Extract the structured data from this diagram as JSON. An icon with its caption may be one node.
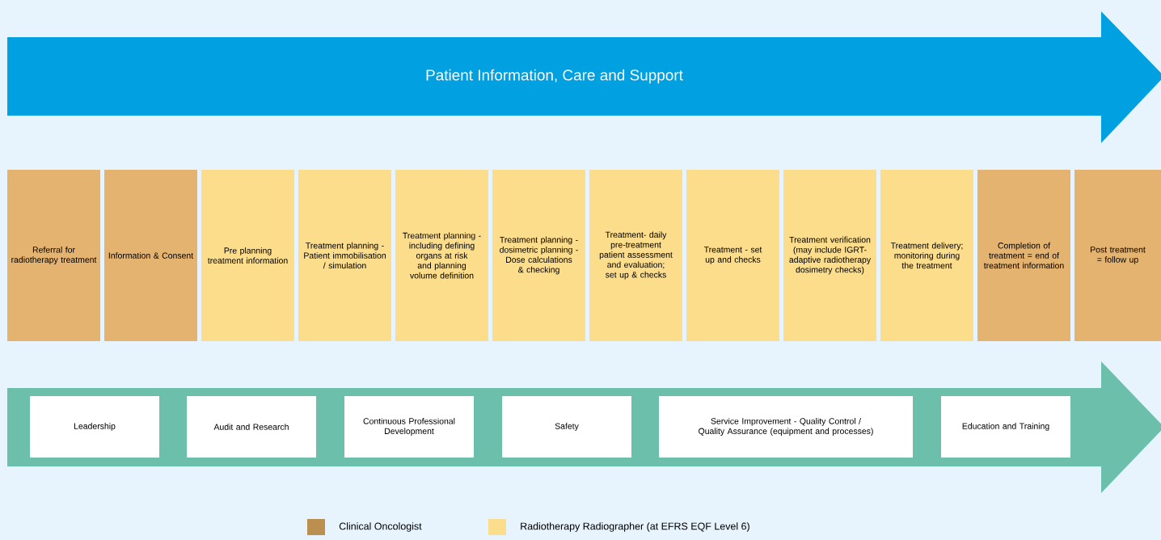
{
  "diagram": {
    "nodes": [
      {
        "text": [
          "Patient Information, Care and Support"
        ]
      },
      {
        "text": [
          "Referral for radiotherapy treatment"
        ]
      },
      {
        "text": [
          "Information & Consent"
        ]
      },
      {
        "text": [
          "Pre planning treatment information"
        ]
      },
      {
        "text": [
          "Treatment planning - Patient immobilisation / simulation"
        ]
      },
      {
        "text": [
          "Treatment planning - including defining organs at risk and planning volume definition"
        ]
      },
      {
        "text": [
          "Treatment planning - dosimetric planning - Dose calculations & checking"
        ]
      },
      {
        "text": [
          "Treatment- daily pre-treatment patient assessment and evaluation; set up & checks"
        ]
      },
      {
        "text": [
          "Treatment - set up  and checks"
        ]
      },
      {
        "text": [
          "Treatment verification (may include IGRT- adaptive radiotherapy dosimetry checks)"
        ]
      },
      {
        "text": [
          "Treatment delivery; monitoring during the treatment"
        ]
      },
      {
        "text": [
          "Completion of treatment = end of treatment information"
        ]
      },
      {
        "text": [
          "Post treatment = follow up"
        ]
      },
      {
        "text": [],
        "shape": "arrow"
      },
      {
        "text": [
          "Leadership"
        ],
        "in": 13
      },
      {
        "text": [
          "Audit and Research"
        ],
        "in": 13
      },
      {
        "text": [
          "Continuous Professional Development"
        ],
        "in": 13
      },
      {
        "text": [
          "Safety"
        ],
        "in": 13
      },
      {
        "text": [
          "Service Improvement - Quality Control / Quality Assurance (equipment and processes)"
        ],
        "in": 13
      },
      {
        "text": [
          "Education and Training"
        ],
        "in": 13
      }
    ],
    "legend": [
      {
        "text": "Clinical Oncologist",
        "color": "#bb8f50"
      },
      {
        "text": "Radiotherapy Radiographer (at EFRS EQF Level 6)",
        "color": "#fcdd8c"
      }
    ]
  }
}
